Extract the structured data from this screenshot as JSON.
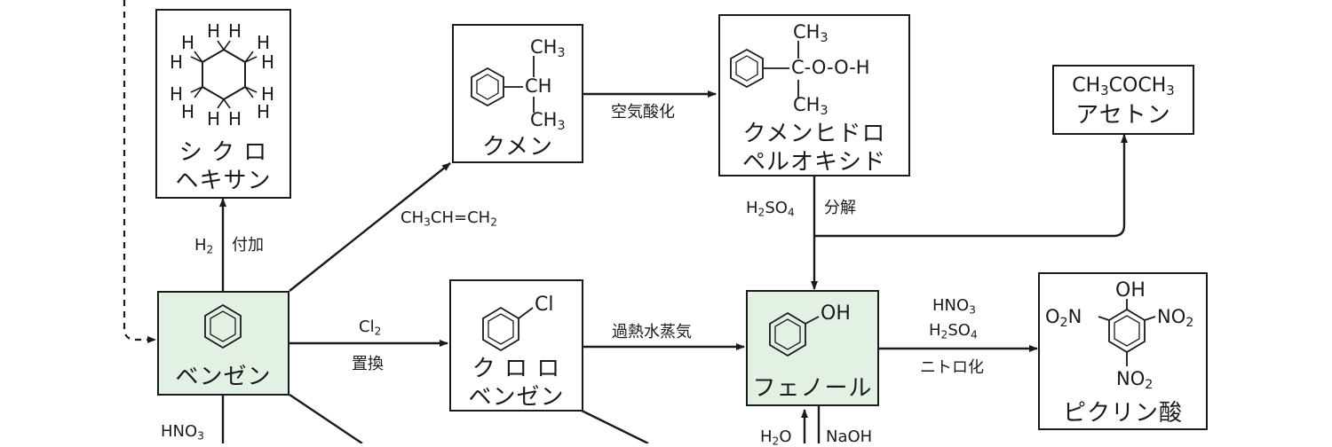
{
  "compounds": {
    "cyclohexane": {
      "name_line1": "シ ク ロ",
      "name_line2": "ヘキサン",
      "atom_h": "H"
    },
    "cumene": {
      "name": "クメン",
      "ch3_top": "CH",
      "ch3_top_sub": "3",
      "ch": "CH",
      "ch3_bottom": "CH",
      "ch3_bottom_sub": "3"
    },
    "cumene_hydroperoxide": {
      "name_line1": "クメンヒドロ",
      "name_line2": "ペルオキシド",
      "ch3_top": "CH",
      "ch3_top_sub": "3",
      "chain": "C-O-O-H",
      "ch3_bottom": "CH",
      "ch3_bottom_sub": "3"
    },
    "acetone": {
      "formula_a": "CH",
      "formula_a_sub": "3",
      "formula_b": "COCH",
      "formula_b_sub": "3",
      "name": "アセトン"
    },
    "benzene": {
      "name": "ベンゼン"
    },
    "chlorobenzene": {
      "name_line1": "ク ロ ロ",
      "name_line2": "ベンゼン",
      "substituent": "Cl"
    },
    "phenol": {
      "name": "フェノール",
      "substituent": "OH"
    },
    "picric_acid": {
      "name": "ピクリン酸",
      "oh": "OH",
      "no2_left_a": "O",
      "no2_left_sub": "2",
      "no2_left_b": "N",
      "no2_right_a": "NO",
      "no2_right_sub": "2",
      "no2_bottom_a": "NO",
      "no2_bottom_sub": "2"
    }
  },
  "reactions": {
    "hydrogenation": {
      "reagent": "H",
      "reagent_sub": "2",
      "label": "付加"
    },
    "propylene": {
      "a": "CH",
      "a_sub": "3",
      "b": "CH=CH",
      "b_sub": "2"
    },
    "air_oxidation": {
      "label": "空気酸化"
    },
    "decomposition": {
      "reagent_a": "H",
      "reagent_sub1": "2",
      "reagent_b": "SO",
      "reagent_sub2": "4",
      "label": "分解"
    },
    "chlorination": {
      "reagent": "Cl",
      "reagent_sub": "2",
      "label": "置換"
    },
    "superheated_steam": {
      "label": "過熱水蒸気"
    },
    "nitration": {
      "reagent1_a": "HNO",
      "reagent1_sub": "3",
      "reagent2_a": "H",
      "reagent2_sub1": "2",
      "reagent2_b": "SO",
      "reagent2_sub2": "4",
      "label": "ニトロ化"
    },
    "benzene_nitration_partial": {
      "reagent_a": "HNO",
      "reagent_sub": "3"
    },
    "phenol_bottom_partial": {
      "left_a": "H",
      "left_sub": "2",
      "left_b": "O",
      "right": "NaOH"
    }
  }
}
